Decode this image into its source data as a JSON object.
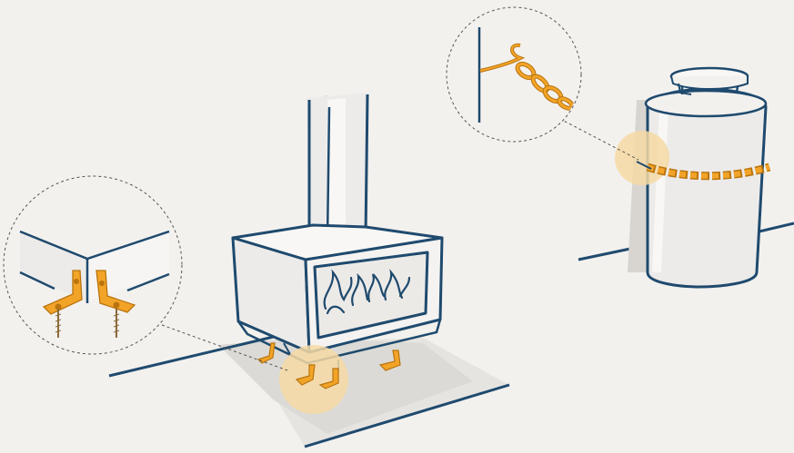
{
  "scene": {
    "left_group": "stove-anchored-with-brackets",
    "right_group": "gas-cylinder-chained-to-wall",
    "icons": {
      "stove": "wood-stove-illustration",
      "stovepipe": "stovepipe-illustration",
      "flames": "flame-window-illustration",
      "bracket": "l-bracket-icon",
      "screw": "screw-icon",
      "cylinder": "gas-cylinder-illustration",
      "chain": "chain-icon",
      "hook": "wall-hook-icon",
      "magnifier": "detail-callout-circle"
    }
  },
  "colors": {
    "background": "#f3f1ee",
    "outline": "#1f4a6e",
    "accent": "#f2a428",
    "accent_dark": "#b9740e",
    "highlight": "#f6d9a4",
    "shadow": "#d8d5d1",
    "floor": "#e6e4e1",
    "body_fill": "#ecebea",
    "white": "#f8f7f5"
  }
}
